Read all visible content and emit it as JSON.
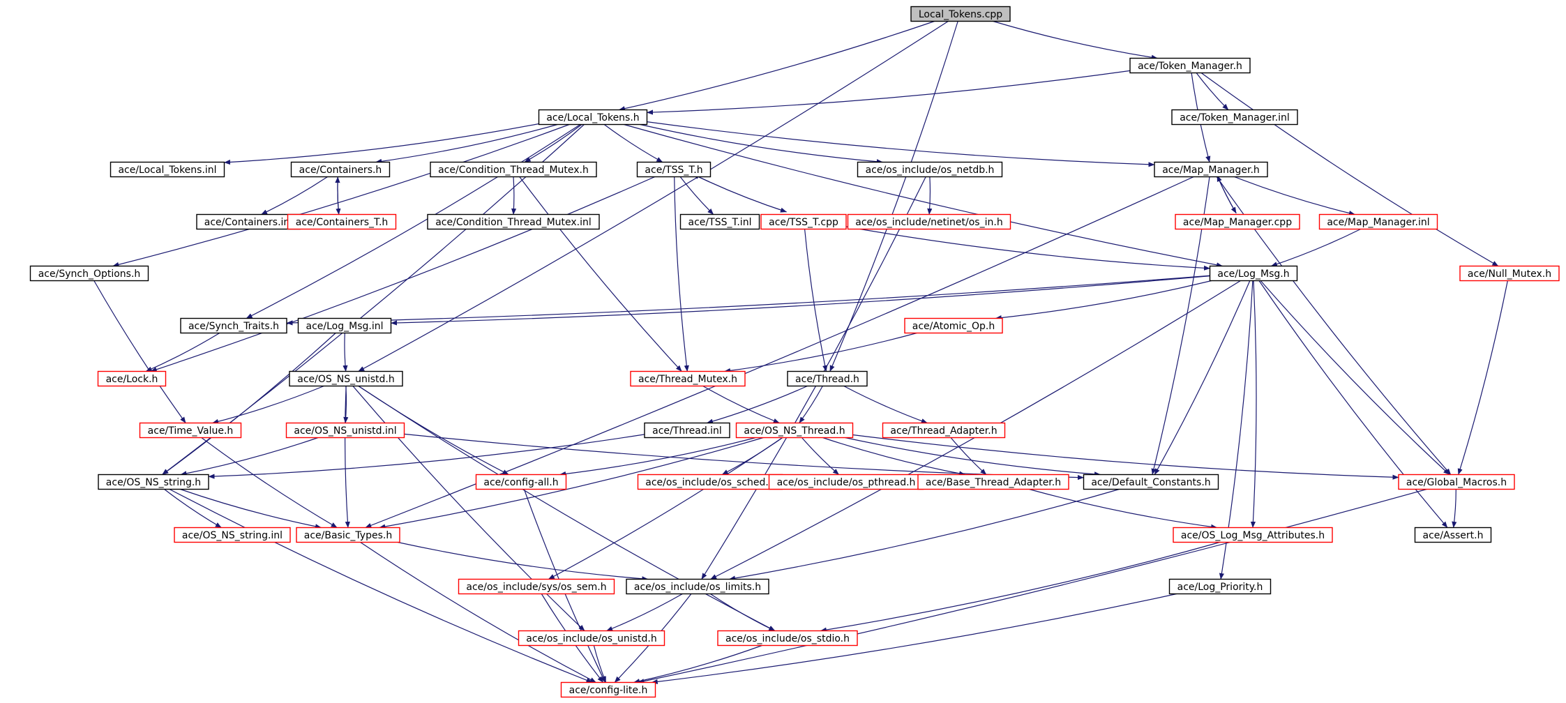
{
  "colors": {
    "edge": "#191970",
    "normal_border": "#000000",
    "missing_border": "#ff0000",
    "root_fill": "#bfbfbf",
    "node_fill": "#ffffff",
    "text": "#000000"
  },
  "nodes": [
    {
      "id": "root",
      "label": "Local_Tokens.cpp",
      "style": "root"
    },
    {
      "id": "token_manager_h",
      "label": "ace/Token_Manager.h",
      "style": "normal"
    },
    {
      "id": "local_tokens_h",
      "label": "ace/Local_Tokens.h",
      "style": "normal"
    },
    {
      "id": "token_manager_inl",
      "label": "ace/Token_Manager.inl",
      "style": "normal"
    },
    {
      "id": "local_tokens_inl",
      "label": "ace/Local_Tokens.inl",
      "style": "normal"
    },
    {
      "id": "containers_h",
      "label": "ace/Containers.h",
      "style": "normal"
    },
    {
      "id": "cond_thread_mutex_h",
      "label": "ace/Condition_Thread_Mutex.h",
      "style": "normal"
    },
    {
      "id": "tss_t_h",
      "label": "ace/TSS_T.h",
      "style": "normal"
    },
    {
      "id": "os_netdb_h",
      "label": "ace/os_include/os_netdb.h",
      "style": "normal"
    },
    {
      "id": "map_manager_h",
      "label": "ace/Map_Manager.h",
      "style": "normal"
    },
    {
      "id": "containers_inl",
      "label": "ace/Containers.inl",
      "style": "normal"
    },
    {
      "id": "containers_t_h",
      "label": "ace/Containers_T.h",
      "style": "missing"
    },
    {
      "id": "cond_thread_mutex_inl",
      "label": "ace/Condition_Thread_Mutex.inl",
      "style": "normal"
    },
    {
      "id": "tss_t_inl",
      "label": "ace/TSS_T.inl",
      "style": "normal"
    },
    {
      "id": "tss_t_cpp",
      "label": "ace/TSS_T.cpp",
      "style": "missing"
    },
    {
      "id": "os_in_h",
      "label": "ace/os_include/netinet/os_in.h",
      "style": "missing"
    },
    {
      "id": "map_manager_cpp",
      "label": "ace/Map_Manager.cpp",
      "style": "missing"
    },
    {
      "id": "map_manager_inl",
      "label": "ace/Map_Manager.inl",
      "style": "missing"
    },
    {
      "id": "synch_options_h",
      "label": "ace/Synch_Options.h",
      "style": "normal"
    },
    {
      "id": "log_msg_h",
      "label": "ace/Log_Msg.h",
      "style": "normal"
    },
    {
      "id": "null_mutex_h",
      "label": "ace/Null_Mutex.h",
      "style": "missing"
    },
    {
      "id": "synch_traits_h",
      "label": "ace/Synch_Traits.h",
      "style": "normal"
    },
    {
      "id": "log_msg_inl",
      "label": "ace/Log_Msg.inl",
      "style": "normal"
    },
    {
      "id": "atomic_op_h",
      "label": "ace/Atomic_Op.h",
      "style": "missing"
    },
    {
      "id": "lock_h",
      "label": "ace/Lock.h",
      "style": "missing"
    },
    {
      "id": "os_ns_unistd_h",
      "label": "ace/OS_NS_unistd.h",
      "style": "normal"
    },
    {
      "id": "thread_mutex_h",
      "label": "ace/Thread_Mutex.h",
      "style": "missing"
    },
    {
      "id": "thread_h",
      "label": "ace/Thread.h",
      "style": "normal"
    },
    {
      "id": "time_value_h",
      "label": "ace/Time_Value.h",
      "style": "missing"
    },
    {
      "id": "os_ns_unistd_inl",
      "label": "ace/OS_NS_unistd.inl",
      "style": "missing"
    },
    {
      "id": "thread_inl",
      "label": "ace/Thread.inl",
      "style": "normal"
    },
    {
      "id": "os_ns_thread_h",
      "label": "ace/OS_NS_Thread.h",
      "style": "missing"
    },
    {
      "id": "thread_adapter_h",
      "label": "ace/Thread_Adapter.h",
      "style": "missing"
    },
    {
      "id": "os_ns_string_h",
      "label": "ace/OS_NS_string.h",
      "style": "normal"
    },
    {
      "id": "config_all_h",
      "label": "ace/config-all.h",
      "style": "missing"
    },
    {
      "id": "os_sched_h",
      "label": "ace/os_include/os_sched.h",
      "style": "missing"
    },
    {
      "id": "os_pthread_h",
      "label": "ace/os_include/os_pthread.h",
      "style": "missing"
    },
    {
      "id": "base_thread_adapter_h",
      "label": "ace/Base_Thread_Adapter.h",
      "style": "missing"
    },
    {
      "id": "default_constants_h",
      "label": "ace/Default_Constants.h",
      "style": "normal"
    },
    {
      "id": "global_macros_h",
      "label": "ace/Global_Macros.h",
      "style": "missing"
    },
    {
      "id": "os_ns_string_inl",
      "label": "ace/OS_NS_string.inl",
      "style": "missing"
    },
    {
      "id": "basic_types_h",
      "label": "ace/Basic_Types.h",
      "style": "missing"
    },
    {
      "id": "os_log_msg_attr_h",
      "label": "ace/OS_Log_Msg_Attributes.h",
      "style": "missing"
    },
    {
      "id": "assert_h",
      "label": "ace/Assert.h",
      "style": "normal"
    },
    {
      "id": "os_sem_h",
      "label": "ace/os_include/sys/os_sem.h",
      "style": "missing"
    },
    {
      "id": "os_limits_h",
      "label": "ace/os_include/os_limits.h",
      "style": "normal"
    },
    {
      "id": "log_priority_h",
      "label": "ace/Log_Priority.h",
      "style": "normal"
    },
    {
      "id": "os_unistd_h",
      "label": "ace/os_include/os_unistd.h",
      "style": "missing"
    },
    {
      "id": "os_stdio_h",
      "label": "ace/os_include/os_stdio.h",
      "style": "missing"
    },
    {
      "id": "config_lite_h",
      "label": "ace/config-lite.h",
      "style": "missing"
    }
  ],
  "edges": [
    [
      "root",
      "token_manager_h"
    ],
    [
      "root",
      "local_tokens_h"
    ],
    [
      "root",
      "os_ns_unistd_h"
    ],
    [
      "root",
      "thread_h"
    ],
    [
      "token_manager_h",
      "local_tokens_h"
    ],
    [
      "token_manager_h",
      "token_manager_inl"
    ],
    [
      "token_manager_h",
      "map_manager_h"
    ],
    [
      "token_manager_h",
      "null_mutex_h"
    ],
    [
      "local_tokens_h",
      "local_tokens_inl"
    ],
    [
      "local_tokens_h",
      "containers_h"
    ],
    [
      "local_tokens_h",
      "cond_thread_mutex_h"
    ],
    [
      "local_tokens_h",
      "tss_t_h"
    ],
    [
      "local_tokens_h",
      "os_netdb_h"
    ],
    [
      "local_tokens_h",
      "map_manager_h"
    ],
    [
      "local_tokens_h",
      "synch_options_h"
    ],
    [
      "local_tokens_h",
      "synch_traits_h"
    ],
    [
      "local_tokens_h",
      "log_msg_h"
    ],
    [
      "local_tokens_h",
      "os_ns_string_h"
    ],
    [
      "containers_h",
      "containers_inl"
    ],
    [
      "containers_h",
      "containers_t_h"
    ],
    [
      "containers_t_h",
      "containers_h"
    ],
    [
      "cond_thread_mutex_h",
      "cond_thread_mutex_inl"
    ],
    [
      "cond_thread_mutex_h",
      "thread_mutex_h"
    ],
    [
      "tss_t_h",
      "tss_t_inl"
    ],
    [
      "tss_t_h",
      "tss_t_cpp"
    ],
    [
      "tss_t_cpp",
      "tss_t_h"
    ],
    [
      "tss_t_h",
      "thread_mutex_h"
    ],
    [
      "tss_t_h",
      "lock_h"
    ],
    [
      "tss_t_cpp",
      "thread_h"
    ],
    [
      "tss_t_cpp",
      "log_msg_h"
    ],
    [
      "os_netdb_h",
      "os_in_h"
    ],
    [
      "os_netdb_h",
      "os_limits_h"
    ],
    [
      "map_manager_h",
      "map_manager_cpp"
    ],
    [
      "map_manager_cpp",
      "map_manager_h"
    ],
    [
      "map_manager_h",
      "map_manager_inl"
    ],
    [
      "map_manager_h",
      "default_constants_h"
    ],
    [
      "map_manager_h",
      "global_macros_h"
    ],
    [
      "map_manager_h",
      "basic_types_h"
    ],
    [
      "map_manager_inl",
      "log_msg_h"
    ],
    [
      "null_mutex_h",
      "global_macros_h"
    ],
    [
      "synch_options_h",
      "time_value_h"
    ],
    [
      "synch_traits_h",
      "lock_h"
    ],
    [
      "log_msg_h",
      "synch_traits_h"
    ],
    [
      "log_msg_h",
      "log_msg_inl"
    ],
    [
      "log_msg_h",
      "atomic_op_h"
    ],
    [
      "log_msg_h",
      "default_constants_h"
    ],
    [
      "log_msg_h",
      "global_macros_h"
    ],
    [
      "log_msg_h",
      "os_log_msg_attr_h"
    ],
    [
      "log_msg_h",
      "assert_h"
    ],
    [
      "log_msg_h",
      "log_priority_h"
    ],
    [
      "log_msg_h",
      "os_limits_h"
    ],
    [
      "log_msg_inl",
      "os_ns_unistd_h"
    ],
    [
      "log_msg_inl",
      "os_ns_string_h"
    ],
    [
      "atomic_op_h",
      "thread_mutex_h"
    ],
    [
      "os_ns_unistd_h",
      "time_value_h"
    ],
    [
      "os_ns_unistd_h",
      "os_ns_unistd_inl"
    ],
    [
      "os_ns_unistd_h",
      "basic_types_h"
    ],
    [
      "os_ns_unistd_h",
      "config_all_h"
    ],
    [
      "os_ns_unistd_h",
      "os_unistd_h"
    ],
    [
      "os_ns_unistd_h",
      "os_stdio_h"
    ],
    [
      "os_ns_unistd_inl",
      "os_ns_string_h"
    ],
    [
      "os_ns_unistd_inl",
      "default_constants_h"
    ],
    [
      "thread_mutex_h",
      "os_ns_thread_h"
    ],
    [
      "thread_h",
      "thread_inl"
    ],
    [
      "thread_h",
      "os_ns_thread_h"
    ],
    [
      "thread_h",
      "thread_adapter_h"
    ],
    [
      "thread_inl",
      "os_ns_string_h"
    ],
    [
      "os_ns_thread_h",
      "config_all_h"
    ],
    [
      "os_ns_thread_h",
      "os_sched_h"
    ],
    [
      "os_ns_thread_h",
      "os_pthread_h"
    ],
    [
      "os_ns_thread_h",
      "base_thread_adapter_h"
    ],
    [
      "os_ns_thread_h",
      "default_constants_h"
    ],
    [
      "os_ns_thread_h",
      "global_macros_h"
    ],
    [
      "os_ns_thread_h",
      "basic_types_h"
    ],
    [
      "os_ns_thread_h",
      "os_sem_h"
    ],
    [
      "thread_adapter_h",
      "base_thread_adapter_h"
    ],
    [
      "base_thread_adapter_h",
      "os_log_msg_attr_h"
    ],
    [
      "time_value_h",
      "basic_types_h"
    ],
    [
      "os_ns_string_h",
      "os_ns_string_inl"
    ],
    [
      "os_ns_string_h",
      "basic_types_h"
    ],
    [
      "os_ns_string_h",
      "config_lite_h"
    ],
    [
      "config_all_h",
      "config_lite_h"
    ],
    [
      "default_constants_h",
      "os_limits_h"
    ],
    [
      "global_macros_h",
      "assert_h"
    ],
    [
      "global_macros_h",
      "config_lite_h"
    ],
    [
      "basic_types_h",
      "os_limits_h"
    ],
    [
      "basic_types_h",
      "config_lite_h"
    ],
    [
      "os_log_msg_attr_h",
      "os_stdio_h"
    ],
    [
      "os_sem_h",
      "config_lite_h"
    ],
    [
      "os_limits_h",
      "os_unistd_h"
    ],
    [
      "os_limits_h",
      "os_stdio_h"
    ],
    [
      "os_limits_h",
      "config_lite_h"
    ],
    [
      "log_priority_h",
      "config_lite_h"
    ],
    [
      "os_unistd_h",
      "config_lite_h"
    ],
    [
      "os_stdio_h",
      "config_lite_h"
    ]
  ]
}
